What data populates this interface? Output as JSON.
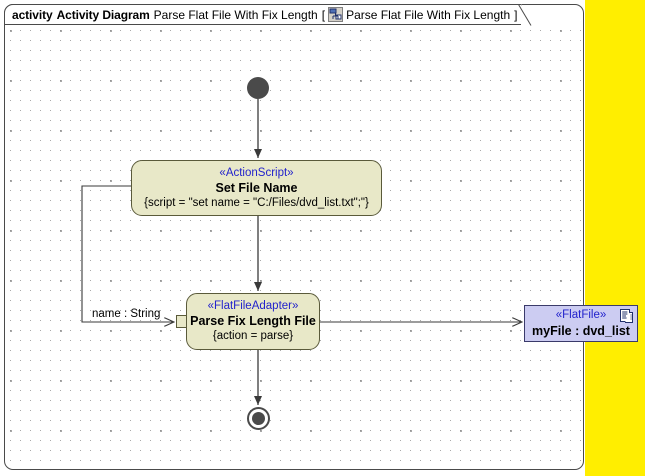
{
  "diagram": {
    "frame": {
      "keyword": "activity",
      "type_label": "Activity Diagram",
      "name": "Parse Flat File With Fix Length",
      "bracket_open": "[",
      "bracket_close": "]",
      "qualified_name": "Parse Flat File With Fix Length",
      "icon": "activity-diagram-icon"
    },
    "colors": {
      "action_fill": "#e8e8c8",
      "action_stroke": "#5a5a3a",
      "object_fill": "#ccccf2",
      "object_stroke": "#3a3a6a",
      "stereotype_text": "#2222cc",
      "node_marker": "#4a4a4a",
      "selection_yellow": "#ffee00",
      "frame_stroke": "#4a4a4a",
      "canvas": "#ffffff"
    },
    "nodes": {
      "initial": {
        "name": "initial-node",
        "shape": "filled-circle"
      },
      "final": {
        "name": "activity-final-node",
        "shape": "bullseye-circle"
      },
      "set_file_name": {
        "stereotype": "«ActionScript»",
        "name": "Set File Name",
        "constraint": "{script = \"set name = \"C:/Files/dvd_list.txt\";\"}"
      },
      "parse_fix_length_file": {
        "stereotype": "«FlatFileAdapter»",
        "name": "Parse Fix Length File",
        "constraint": "{action = parse}"
      },
      "flat_file_object": {
        "stereotype": "«FlatFile»",
        "name": "myFile : dvd_list",
        "icon": "document-icon"
      }
    },
    "edges": {
      "input_pin_label": "name : String",
      "input_pin_name": "input-pin-name-string"
    }
  }
}
